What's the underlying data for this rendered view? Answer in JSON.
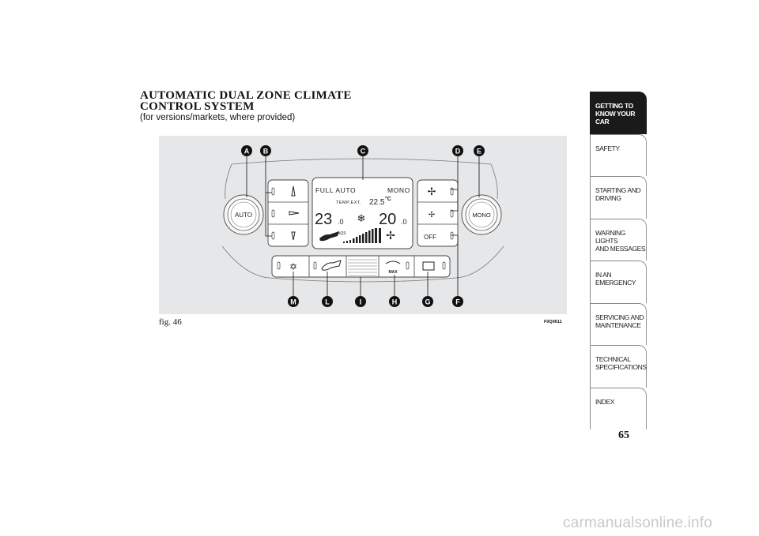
{
  "section_title_line1": "AUTOMATIC DUAL ZONE CLIMATE",
  "section_title_line2": "CONTROL SYSTEM",
  "subtitle": "(for versions/markets, where provided)",
  "figure": {
    "label": "fig. 46",
    "code": "F0Q0611",
    "callouts": {
      "A": "A",
      "B": "B",
      "C": "C",
      "D": "D",
      "E": "E",
      "F": "F",
      "G": "G",
      "H": "H",
      "I": "I",
      "L": "L",
      "M": "M"
    },
    "knob_left": "AUTO",
    "knob_right": "MONO",
    "display": {
      "mode_left": "FULL AUTO",
      "mode_right": "MONO",
      "ext_label": "TEMP.EXT.",
      "ext_value": "22.5",
      "unit": "°C",
      "temp_left": "23",
      "temp_left_dec": ".0",
      "temp_right": "20",
      "temp_right_dec": ".0",
      "aqs": "AQS"
    },
    "off_label": "OFF",
    "max_label": "MAX"
  },
  "sidebar": {
    "tabs": [
      {
        "label": "GETTING TO\nKNOW YOUR CAR",
        "active": true
      },
      {
        "label": "SAFETY"
      },
      {
        "label": "STARTING AND\nDRIVING"
      },
      {
        "label": "WARNING LIGHTS\nAND MESSAGES"
      },
      {
        "label": "IN AN EMERGENCY"
      },
      {
        "label": "SERVICING AND\nMAINTENANCE"
      },
      {
        "label": "TECHNICAL\nSPECIFICATIONS"
      },
      {
        "label": "INDEX"
      }
    ]
  },
  "page_number": "65",
  "watermark": "carmanualsonline.info"
}
